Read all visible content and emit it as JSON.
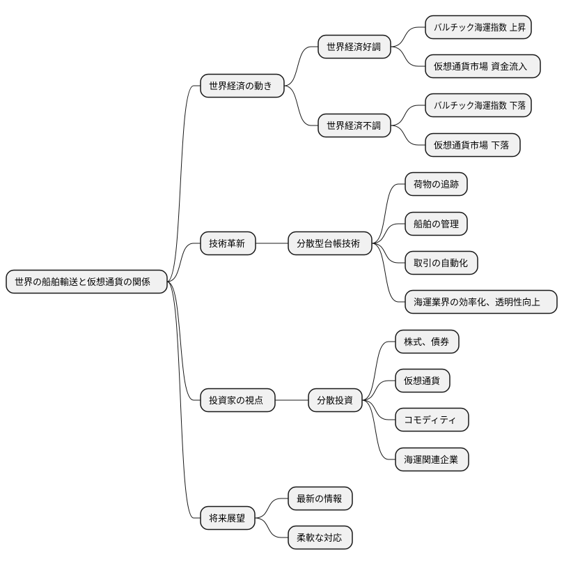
{
  "mindmap": {
    "root": {
      "label": "世界の船舶輸送と仮想通貨の関係"
    },
    "branches": [
      {
        "label": "世界経済の動き",
        "children": [
          {
            "label": "世界経済好調",
            "children": [
              {
                "label": "バルチック海運指数 上昇"
              },
              {
                "label": "仮想通貨市場 資金流入"
              }
            ]
          },
          {
            "label": "世界経済不調",
            "children": [
              {
                "label": "バルチック海運指数 下落"
              },
              {
                "label": "仮想通貨市場 下落"
              }
            ]
          }
        ]
      },
      {
        "label": "技術革新",
        "children": [
          {
            "label": "分散型台帳技術",
            "children": [
              {
                "label": "荷物の追跡"
              },
              {
                "label": "船舶の管理"
              },
              {
                "label": "取引の自動化"
              },
              {
                "label": "海運業界の効率化、透明性向上"
              }
            ]
          }
        ]
      },
      {
        "label": "投資家の視点",
        "children": [
          {
            "label": "分散投資",
            "children": [
              {
                "label": "株式、債券"
              },
              {
                "label": "仮想通貨"
              },
              {
                "label": "コモディティ"
              },
              {
                "label": "海運関連企業"
              }
            ]
          }
        ]
      },
      {
        "label": "将来展望",
        "children": [
          {
            "label": "最新の情報"
          },
          {
            "label": "柔軟な対応"
          }
        ]
      }
    ]
  }
}
